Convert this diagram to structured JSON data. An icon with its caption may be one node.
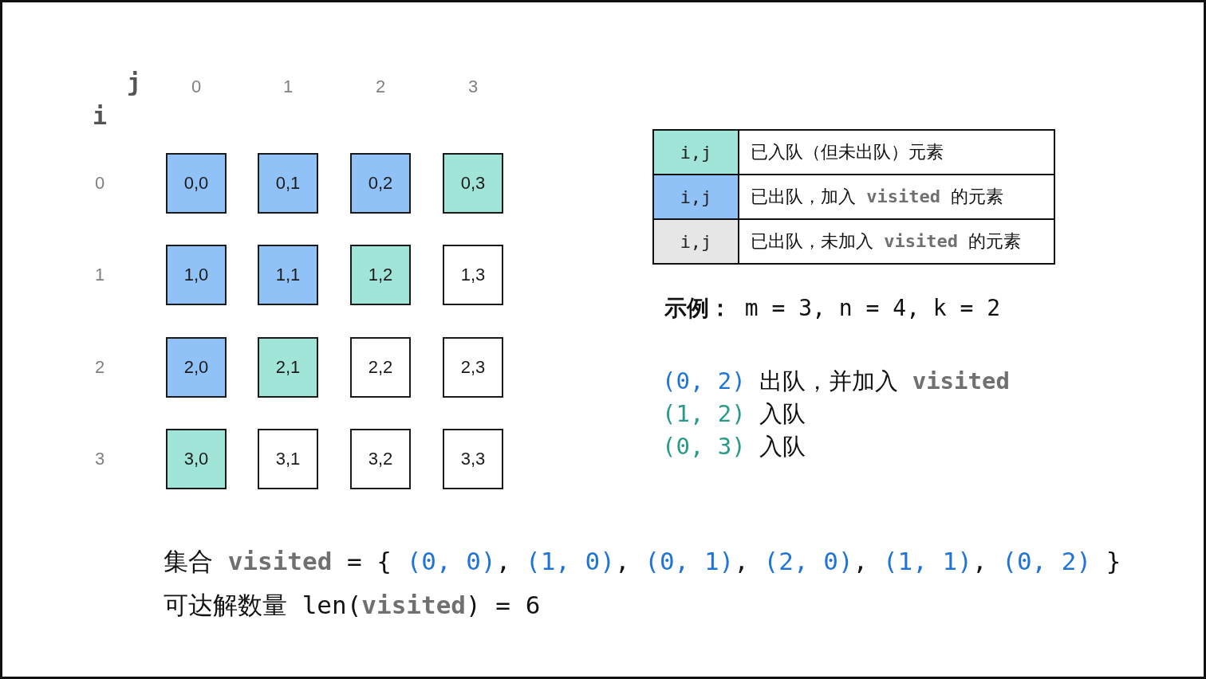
{
  "diagram": {
    "nodes": [
      {
        "text": [
          "0,0"
        ]
      },
      {
        "text": [
          "0,1"
        ]
      },
      {
        "text": [
          "0,2"
        ]
      },
      {
        "text": [
          "0,3"
        ]
      },
      {
        "text": [
          "1,0"
        ]
      },
      {
        "text": [
          "1,1"
        ]
      },
      {
        "text": [
          "1,2"
        ]
      },
      {
        "text": [
          "1,3"
        ]
      },
      {
        "text": [
          "2,0"
        ]
      },
      {
        "text": [
          "2,1"
        ]
      },
      {
        "text": [
          "2,2"
        ]
      },
      {
        "text": [
          "2,3"
        ]
      },
      {
        "text": [
          "3,0"
        ]
      },
      {
        "text": [
          "3,1"
        ]
      },
      {
        "text": [
          "3,2"
        ]
      },
      {
        "text": [
          "3,3"
        ]
      }
    ],
    "labels": [
      "j",
      "0",
      "1",
      "2",
      "3",
      "i",
      "0",
      "1",
      "2",
      "3",
      "i,j",
      "i,j",
      "i,j",
      "**示例：** m = 3, n = 4, k = 2",
      "(0, 2) 出队，并加入 **visited**",
      "(1, 2) 入队",
      "(0, 3) 入队",
      "集合 **visited** = { (0, 0), (1, 0), (0, 1), (2, 0), (1, 1), (0, 2) }",
      "可达解数量 len(**visited**) = 6"
    ],
    "legend": [
      {
        "text": "已入队（但未出队）元素",
        "color": "#a0e5d7"
      },
      {
        "text": "已出队，加入 **visited** 的元素",
        "color": "#90c2f8"
      },
      {
        "text": "已出队，未加入 **visited** 的元素",
        "color": "#e6e6e6"
      }
    ]
  }
}
